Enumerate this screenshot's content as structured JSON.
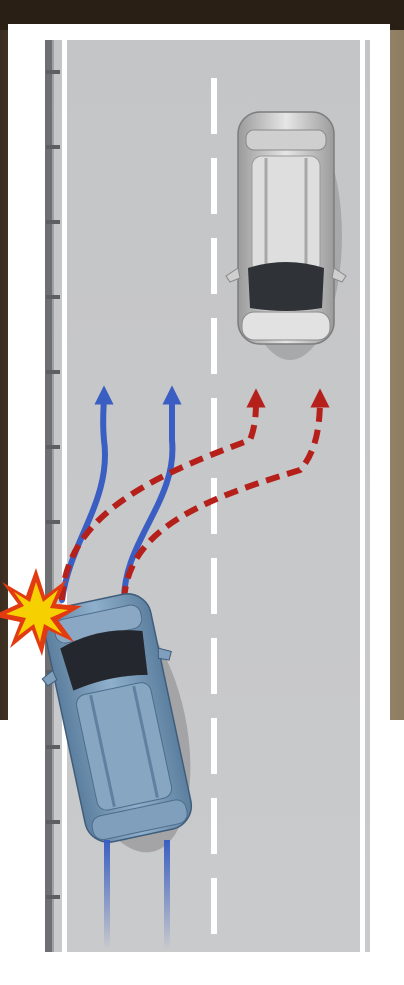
{
  "scene": {
    "background": "#ffffff",
    "road_color": "#c4c5c7",
    "photo_backdrop": "#c9b79a",
    "photo_dark": "#3a2d20"
  },
  "road": {
    "lanes": 2,
    "edge_line": "solid-white",
    "center_line": "dashed-white",
    "left_barrier": "guard-rail"
  },
  "vehicles": [
    {
      "role": "lead-car",
      "color": "#dcdcdc",
      "lane": "right",
      "direction": "up"
    },
    {
      "role": "ego-car",
      "color": "#7f9fbd",
      "lane": "left",
      "direction": "up",
      "state": "rotated-impact"
    }
  ],
  "paths": [
    {
      "kind": "intended-blue",
      "color": "#3a5ec2",
      "style": "solid",
      "count": 2
    },
    {
      "kind": "evasive-red",
      "color": "#b6201b",
      "style": "dashed",
      "count": 2
    }
  ],
  "impact": {
    "icon": "collision-star-icon",
    "colors": [
      "#f0c000",
      "#e23b12"
    ]
  }
}
